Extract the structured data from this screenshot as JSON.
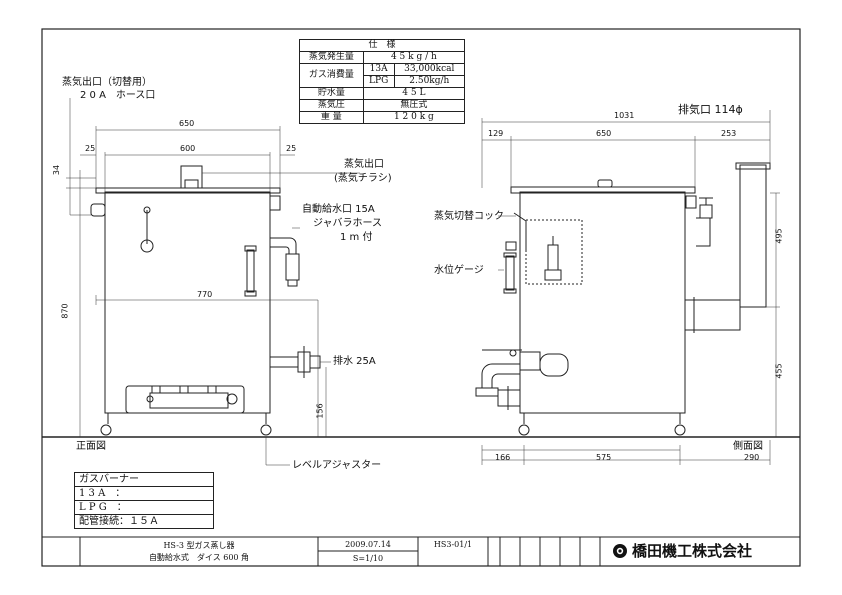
{
  "spec_table": {
    "title": "仕　様",
    "rows": [
      {
        "label": "蒸気発生量",
        "value": "4 5 k g / h"
      },
      {
        "label": "ガス消費量",
        "sub": "13A",
        "value": "33,000kcal"
      },
      {
        "label": "",
        "sub": "LPG",
        "value": "2.50kg/h"
      },
      {
        "label": "貯水量",
        "value": "4 5 L"
      },
      {
        "label": "蒸気圧",
        "value": "無圧式"
      },
      {
        "label": "重 量",
        "value": "1 2 0 k g"
      }
    ]
  },
  "labels": {
    "steam_outlet_switch": "蒸気出口（切替用）",
    "hose_port": "2 0 A　ホース口",
    "steam_outlet": "蒸気出口",
    "steam_chirashi": "(蒸気チラシ)",
    "auto_feed": "自動給水口 15A",
    "bellows_hose": "ジャバラホース",
    "hose_length": "1 m 付",
    "drain": "排水 25A",
    "front_view": "正面図",
    "level_adjuster": "レベルアジャスター",
    "exhaust": "排気口 114",
    "exhaust_phi": "ϕ",
    "steam_cock": "蒸気切替コック",
    "water_gauge": "水位ゲージ",
    "side_view": "側面図"
  },
  "dims": {
    "d650_front": "650",
    "d600": "600",
    "d25_left": "25",
    "d25_right": "25",
    "d34": "34",
    "d870": "870",
    "d770": "770",
    "d156": "156",
    "d1031": "1031",
    "d129": "129",
    "d650_side": "650",
    "d253": "253",
    "d495": "495",
    "d455": "455",
    "d166": "166",
    "d575": "575",
    "d290": "290"
  },
  "burner": {
    "title": "ガスバーナー",
    "rows": [
      "1 3 A　：",
      "L P G　：",
      "配管接続：１５Ａ"
    ]
  },
  "title_block": {
    "name1": "HS-3 型ガス蒸し器",
    "name2": "自動給水式　ダイス 600 角",
    "date": "2009.07.14",
    "drawing_no": "HS3-01/1",
    "scale": "S=1/10",
    "company": "橋田機工株式会社"
  }
}
